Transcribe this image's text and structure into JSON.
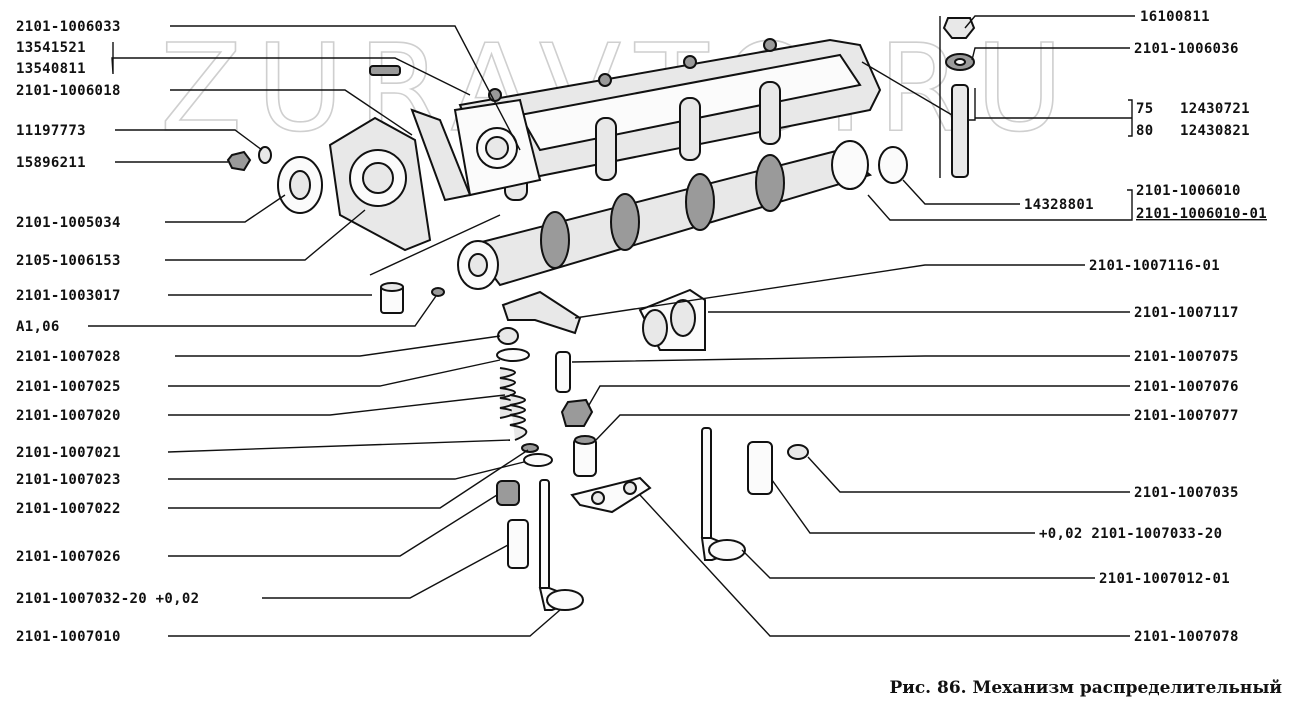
{
  "watermark": "ZURAVTO.RU",
  "caption": "Рис. 86. Механизм распределительный",
  "labels": {
    "l01": "2101-1006033",
    "l02": "13541521",
    "l03": "13540811",
    "l04": "2101-1006018",
    "l05": "11197773",
    "l06": "15896211",
    "l07": "2101-1005034",
    "l08": "2105-1006153",
    "l09": "2101-1003017",
    "l10": "A1,06",
    "l11": "2101-1007028",
    "l12": "2101-1007025",
    "l13": "2101-1007020",
    "l14": "2101-1007021",
    "l15": "2101-1007023",
    "l16": "2101-1007022",
    "l17": "2101-1007026",
    "l18": "2101-1007032-20 +0,02",
    "l19": "2101-1007010",
    "r01": "16100811",
    "r02": "2101-1006036",
    "r03a": "75",
    "r03b": "12430721",
    "r04a": "80",
    "r04b": "12430821",
    "r05": "14328801",
    "r06": "2101-1006010",
    "r07": "2101-1006010-01",
    "r08": "2101-1007116-01",
    "r09": "2101-1007117",
    "r10": "2101-1007075",
    "r11": "2101-1007076",
    "r12": "2101-1007077",
    "r13": "2101-1007035",
    "r14": "+0,02 2101-1007033-20",
    "r15": "2101-1007012-01",
    "r16": "2101-1007078"
  }
}
